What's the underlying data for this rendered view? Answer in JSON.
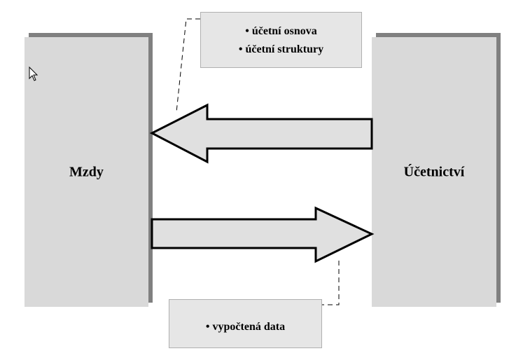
{
  "left_system": {
    "label": "Mzdy"
  },
  "right_system": {
    "label": "Účetnictví"
  },
  "flow_to_left": {
    "items": [
      "účetní osnova",
      "účetní struktury"
    ]
  },
  "flow_to_right": {
    "items": [
      "vypočtená data"
    ]
  },
  "bullet": "•",
  "colors": {
    "box_fill": "#d9d9d9",
    "box_shadow": "#808080",
    "arrow_fill": "#e0e0e0",
    "note_fill": "#e6e6e6"
  },
  "icons": [
    "mouse-cursor-icon"
  ]
}
